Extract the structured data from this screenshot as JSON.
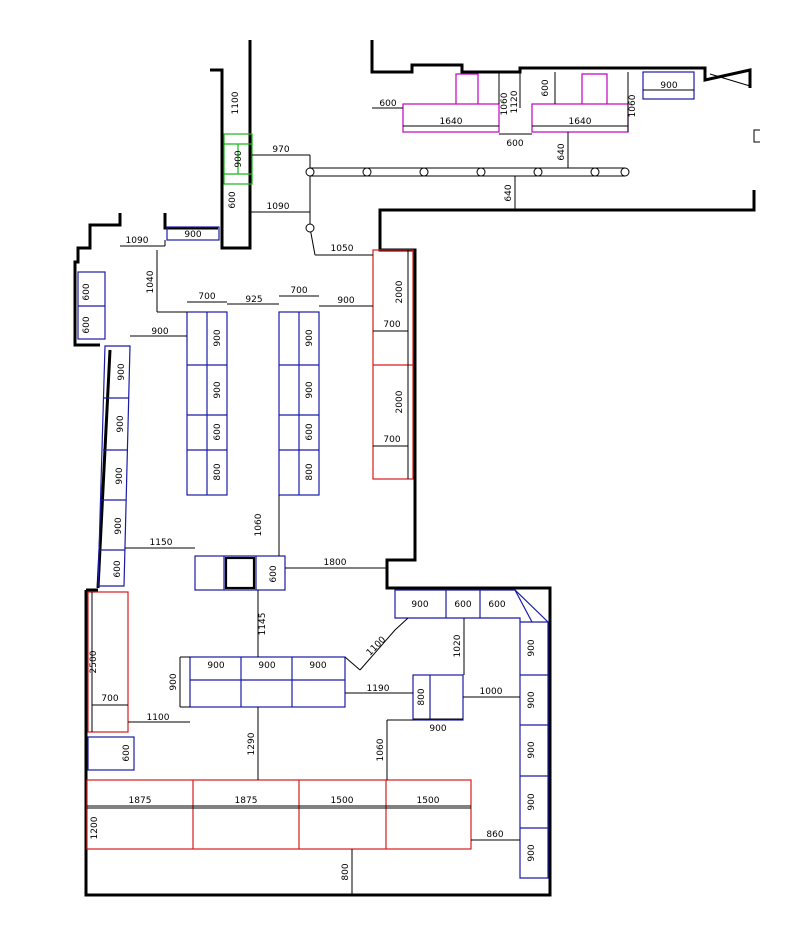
{
  "colors": {
    "wall": "#000000",
    "shelf_blue": "#1a1aa6",
    "shelf_red": "#d91a1a",
    "shelf_magenta": "#c000c0",
    "shelf_green": "#18b818",
    "dimension": "#000000",
    "background": "#ffffff"
  },
  "labels": {
    "w1100": "1100",
    "w900_green": "900",
    "w600_green": "600",
    "w970": "970",
    "w1090_upper": "1090",
    "w1050": "1050",
    "w1090_left": "1090",
    "w900_topbox": "900",
    "w1040": "1040",
    "w600_left_a": "600",
    "w600_left_b": "600",
    "w700_c1": "700",
    "w925": "925",
    "w700_c2": "700",
    "w900_gap": "900",
    "w900_diag": "900",
    "c1_900a": "900",
    "c1_900b": "900",
    "c1_600": "600",
    "c1_800": "800",
    "c2_900a": "900",
    "c2_900b": "900",
    "c2_600": "600",
    "c2_800": "800",
    "r_2000a": "2000",
    "r_700a": "700",
    "r_2000b": "2000",
    "r_700b": "700",
    "d_900a": "900",
    "d_900b": "900",
    "d_900c": "900",
    "d_900d": "900",
    "d_600": "600",
    "w1150": "1150",
    "w1060_mid": "1060",
    "w600_desk": "600",
    "w1800": "1800",
    "top_600": "600",
    "top_1640a": "1640",
    "top_1060a": "1060",
    "top_1120": "1120",
    "top_600b": "600",
    "top_600c": "600",
    "top_1640b": "1640",
    "top_1060b": "1060",
    "top_900": "900",
    "top_640a": "640",
    "top_640b": "640",
    "se_900": "900",
    "se_600a": "600",
    "se_600b": "600",
    "e_900a": "900",
    "e_900b": "900",
    "e_900c": "900",
    "e_900d": "900",
    "e_900e": "900",
    "w1100_diag": "1100",
    "w1020": "1020",
    "w1145": "1145",
    "l_2500": "2500",
    "l_700": "700",
    "l_1100": "1100",
    "l_600": "600",
    "m_900a": "900",
    "m_900b": "900",
    "m_900c": "900",
    "m_900side": "900",
    "w1190": "1190",
    "sm_800": "800",
    "sm_900": "900",
    "w1000": "1000",
    "w1290": "1290",
    "w1060_low": "1060",
    "b_1875a": "1875",
    "b_1875b": "1875",
    "b_1500a": "1500",
    "b_1500b": "1500",
    "b_1200": "1200",
    "w860": "860",
    "w800": "800"
  }
}
